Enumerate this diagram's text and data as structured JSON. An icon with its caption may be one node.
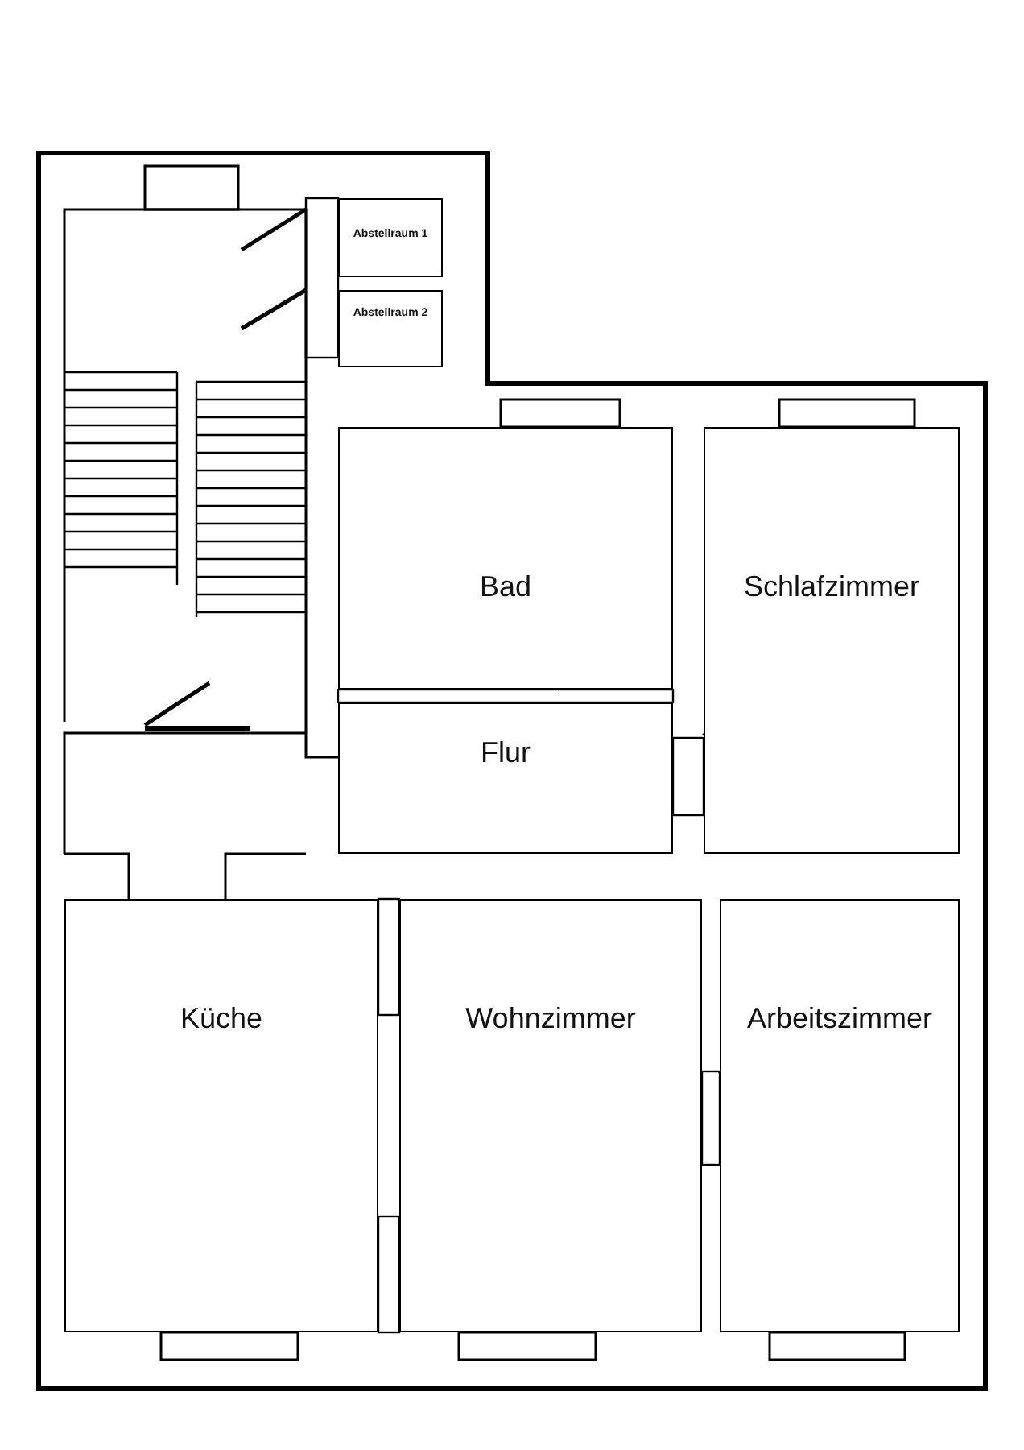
{
  "diagram": {
    "nodes": [
      {
        "text": [
          "Abstellraum 1"
        ]
      },
      {
        "text": [
          "Abstellraum 2"
        ]
      },
      {
        "text": [
          "Bad"
        ]
      },
      {
        "text": [
          "Schlafzimmer"
        ]
      },
      {
        "text": [
          "Flur"
        ]
      },
      {
        "text": [
          "Küche"
        ]
      },
      {
        "text": [
          "Wohnzimmer"
        ]
      },
      {
        "text": [
          "Arbeitszimmer"
        ]
      }
    ]
  }
}
